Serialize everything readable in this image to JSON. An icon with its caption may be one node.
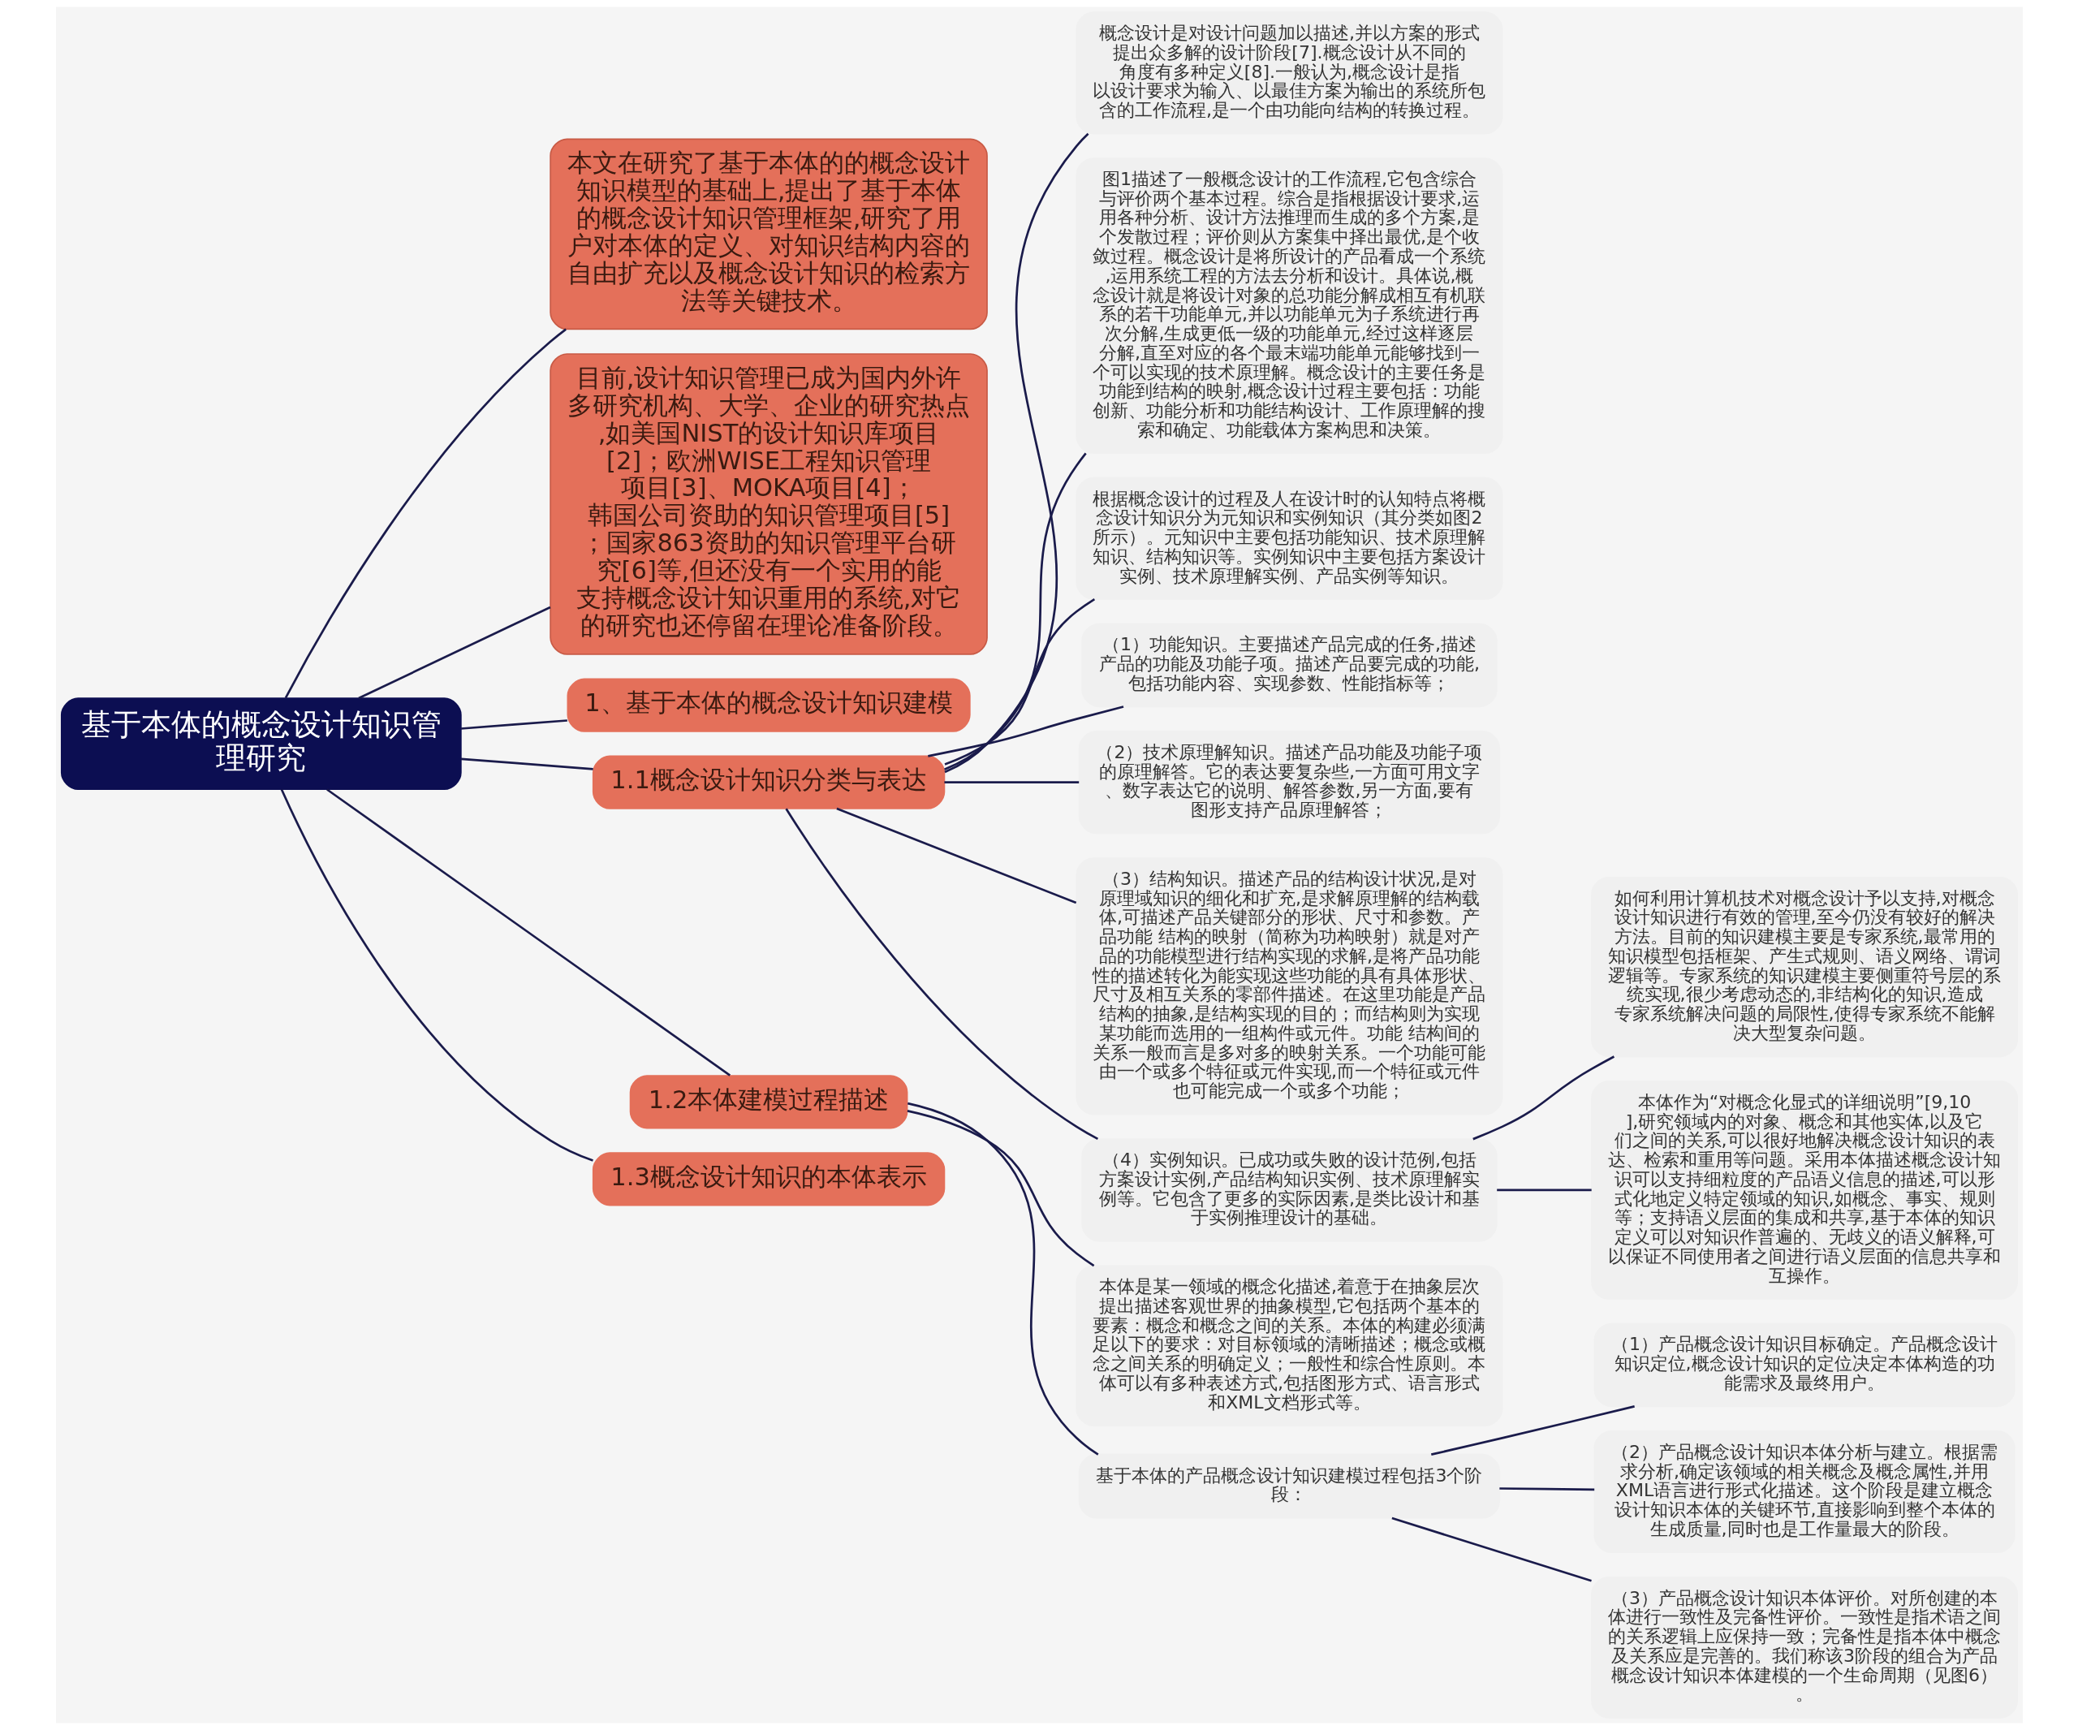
{
  "diagram": {
    "nodes": [
      {
        "text": [
          "基于本体的概念设计知识管理研究"
        ]
      },
      {
        "text": [
          "本文在研究了基于本体的的概念设计知识模型的基础上,提出了基于本体的概念设计知识管理框架,研究了用户对本体的定义、对知识结构内容的自由扩充以及概念设计知识的检索方法等关键技术。"
        ]
      },
      {
        "text": [
          "目前,设计知识管理已成为国内外许多研究机构、大学、企业的研究热点,如美国NIST的设计知识库项目[2]；欧洲WISE工程知识管理项目[3]、MOKA项目[4]；韩国公司资助的知识管理项目[5]；国家863资助的知识管理平台研究[6]等,但还没有一个实用的能支持概念设计知识重用的系统,对它的研究也还停留在理论准备阶段。"
        ]
      },
      {
        "text": [
          "1、基于本体的概念设计知识建模"
        ]
      },
      {
        "text": [
          "1.1概念设计知识分类与表达"
        ]
      },
      {
        "text": [
          "概念设计是对设计问题加以描述,并以方案的形式提出众多解的设计阶段[7].概念设计从不同的角度有多种定义[8].一般认为,概念设计是指以设计要求为输入、以最佳方案为输出的系统所包含的工作流程,是一个由功能向结构的转换过程。"
        ]
      },
      {
        "text": [
          "图1描述了一般概念设计的工作流程,它包含综合与评价两个基本过程。综合是指根据设计要求,运用各种分析、设计方法推理而生成的多个方案,是个发散过程；评价则从方案集中择出最优,是个收敛过程。概念设计是将所设计的产品看成一个系统,运用系统工程的方法去分析和设计。具体说,概念设计就是将设计对象的总功能分解成相互有机联系的若干功能单元,并以功能单元为子系统进行再次分解,生成更低一级的功能单元,经过这样逐层分解,直至对应的各个最末端功能单元能够找到一个可以实现的技术原理解。概念设计的主要任务是功能到结构的映射,概念设计过程主要包括：功能创新、功能分析和功能结构设计、工作原理解的搜索和确定、功能载体方案构思和决策。"
        ]
      },
      {
        "text": [
          "根据概念设计的过程及人在设计时的认知特点将概念设计知识分为元知识和实例知识（其分类如图2所示）。元知识中主要包括功能知识、技术原理解知识、结构知识等。实例知识中主要包括方案设计实例、技术原理解实例、产品实例等知识。"
        ]
      },
      {
        "text": [
          "（1）功能知识。主要描述产品完成的任务,描述产品的功能及功能子项。描述产品要完成的功能,包括功能内容、实现参数、性能指标等；"
        ]
      },
      {
        "text": [
          "（2）技术原理解知识。描述产品功能及功能子项的原理解答。它的表达要复杂些,一方面可用文字、数字表达它的说明、解答参数,另一方面,要有图形支持产品原理解答；"
        ]
      },
      {
        "text": [
          "（3）结构知识。描述产品的结构设计状况,是对原理域知识的细化和扩充,是求解原理解的结构载体,可描述产品关键部分的形状、尺寸和参数。产品功能 结构的映射（简称为功构映射）就是对产品的功能模型进行结构实现的求解,是将产品功能性的描述转化为能实现这些功能的具有具体形状、尺寸及相互关系的零部件描述。在这里功能是产品结构的抽象,是结构实现的目的；而结构则为实现某功能而选用的一组构件或元件。功能 结构间的关系一般而言是多对多的映射关系。一个功能可能由一个或多个特征或元件实现,而一个特征或元件也可能完成一个或多个功能；"
        ]
      },
      {
        "text": [
          "（4）实例知识。已成功或失败的设计范例,包括方案设计实例,产品结构知识实例、技术原理解实例等。它包含了更多的实际因素,是类比设计和基于实例推理设计的基础。"
        ]
      },
      {
        "text": [
          "如何利用计算机技术对概念设计予以支持,对概念设计知识进行有效的管理,至今仍没有较好的解决方法。目前的知识建模主要是专家系统,最常用的知识模型包括框架、产生式规则、语义网络、谓词逻辑等。专家系统的知识建模主要侧重符号层的系统实现,很少考虑动态的,非结构化的知识,造成专家系统解决问题的局限性,使得专家系统不能解决大型复杂问题。"
        ]
      },
      {
        "text": [
          "本体作为“对概念化显式的详细说明”[9,10],研究领域内的对象、概念和其他实体,以及它们之间的关系,可以很好地解决概念设计知识的表达、检索和重用等问题。采用本体描述概念设计知识可以支持细粒度的产品语义信息的描述,可以形式化地定义特定领域的知识,如概念、事实、规则等；支持语义层面的集成和共享,基于本体的知识定义可以对知识作普遍的、无歧义的语义解释,可以保证不同使用者之间进行语义层面的信息共享和互操作。"
        ]
      },
      {
        "text": [
          "1.2本体建模过程描述"
        ]
      },
      {
        "text": [
          "本体是某一领域的概念化描述,着意于在抽象层次提出描述客观世界的抽象模型,它包括两个基本的要素：概念和概念之间的关系。本体的构建必须满足以下的要求：对目标领域的清晰描述；概念或概念之间关系的明确定义；一般性和综合性原则。本体可以有多种表述方式,包括图形方式、语言形式和XML文档形式等。"
        ]
      },
      {
        "text": [
          "基于本体的产品概念设计知识建模过程包括3个阶段："
        ]
      },
      {
        "text": [
          "（1）产品概念设计知识目标确定。产品概念设计知识定位,概念设计知识的定位决定本体构造的功能需求及最终用户。"
        ]
      },
      {
        "text": [
          "（2）产品概念设计知识本体分析与建立。根据需求分析,确定该领域的相关概念及概念属性,并用XML语言进行形式化描述。这个阶段是建立概念设计知识本体的关键环节,直接影响到整个本体的生成质量,同时也是工作量最大的阶段。"
        ]
      },
      {
        "text": [
          "（3）产品概念设计知识本体评价。对所创建的本体进行一致性及完备性评价。一致性是指术语之间的关系逻辑上应保持一致；完备性是指本体中概念及关系应是完善的。我们称该3阶段的组合为产品概念设计知识本体建模的一个生命周期（见图6）。"
        ]
      },
      {
        "text": [
          "1.3概念设计知识的本体表示"
        ]
      }
    ],
    "edges": [
      {
        "from": 0,
        "to": 1,
        "arrow": "none"
      },
      {
        "from": 0,
        "to": 2,
        "arrow": "none"
      },
      {
        "from": 0,
        "to": 3,
        "arrow": "none"
      },
      {
        "from": 0,
        "to": 4,
        "arrow": "none"
      },
      {
        "from": 4,
        "to": 5,
        "arrow": "none"
      },
      {
        "from": 4,
        "to": 6,
        "arrow": "none"
      },
      {
        "from": 4,
        "to": 7,
        "arrow": "none"
      },
      {
        "from": 4,
        "to": 8,
        "arrow": "none"
      },
      {
        "from": 4,
        "to": 9,
        "arrow": "none"
      },
      {
        "from": 4,
        "to": 10,
        "arrow": "none"
      },
      {
        "from": 4,
        "to": 11,
        "arrow": "none"
      },
      {
        "from": 11,
        "to": 12,
        "arrow": "none"
      },
      {
        "from": 11,
        "to": 13,
        "arrow": "none"
      },
      {
        "from": 0,
        "to": 14,
        "arrow": "none"
      },
      {
        "from": 14,
        "to": 15,
        "arrow": "none"
      },
      {
        "from": 14,
        "to": 16,
        "arrow": "none"
      },
      {
        "from": 16,
        "to": 17,
        "arrow": "none"
      },
      {
        "from": 16,
        "to": 18,
        "arrow": "none"
      },
      {
        "from": 16,
        "to": 19,
        "arrow": "none"
      },
      {
        "from": 0,
        "to": 20,
        "arrow": "none"
      }
    ]
  }
}
